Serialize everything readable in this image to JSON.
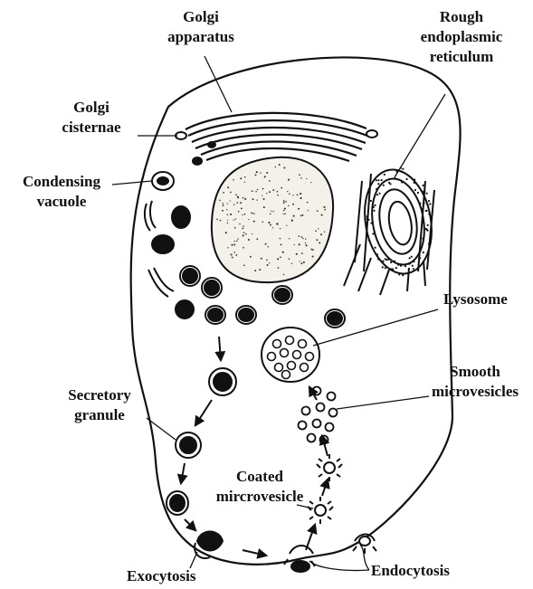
{
  "colors": {
    "ink": "#111111",
    "paper": "#ffffff",
    "nucleus_fill": "#f4f1ea"
  },
  "labels": {
    "golgi_apparatus": [
      "Golgi",
      "apparatus"
    ],
    "rough_er": [
      "Rough",
      "endoplasmic",
      "reticulum"
    ],
    "golgi_cisternae": [
      "Golgi",
      "cisternae"
    ],
    "condensing_vacuole": [
      "Condensing",
      "vacuole"
    ],
    "lysosome": "Lysosome",
    "smooth_microvesicles": [
      "Smooth",
      "microvesicles"
    ],
    "secretory_granule": [
      "Secretory",
      "granule"
    ],
    "coated_microvesicle": [
      "Coated",
      "mircrovesicle"
    ],
    "exocytosis": "Exocytosis",
    "endocytosis": "Endocytosis"
  }
}
